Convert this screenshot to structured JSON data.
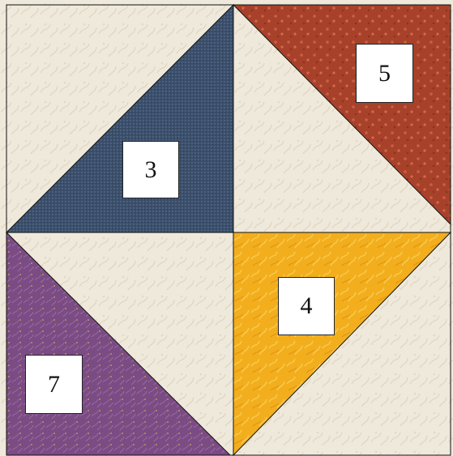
{
  "labels": {
    "piece_3": "3",
    "piece_5": "5",
    "piece_4": "4",
    "piece_7": "7"
  },
  "colors": {
    "background_cream": "#efe9dc",
    "navy_blue": "#3c4f6a",
    "rust_red": "#a8412a",
    "golden_yellow": "#f2ae1d",
    "plum_purple": "#7a4c83"
  }
}
